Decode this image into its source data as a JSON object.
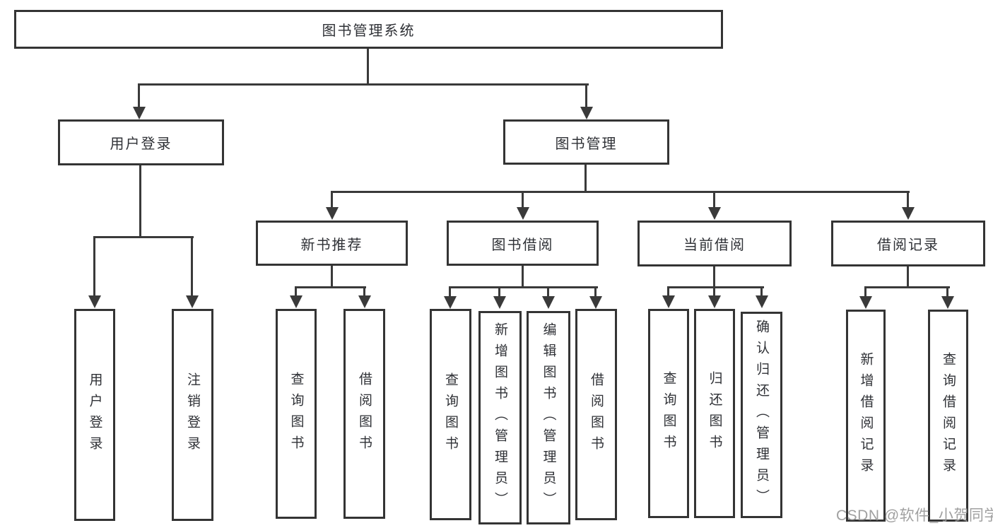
{
  "tree": {
    "root": "图书管理系统",
    "branches": [
      {
        "label": "用户登录",
        "children": [
          {
            "label": "用户登录"
          },
          {
            "label": "注销登录"
          }
        ]
      },
      {
        "label": "图书管理",
        "children": [
          {
            "label": "新书推荐",
            "children": [
              {
                "label": "查询图书"
              },
              {
                "label": "借阅图书"
              }
            ]
          },
          {
            "label": "图书借阅",
            "children": [
              {
                "label": "查询图书"
              },
              {
                "label": "新增图书（管理员）"
              },
              {
                "label": "编辑图书（管理员）"
              },
              {
                "label": "借阅图书"
              }
            ]
          },
          {
            "label": "当前借阅",
            "children": [
              {
                "label": "查询图书"
              },
              {
                "label": "归还图书"
              },
              {
                "label": "确认归还（管理员）"
              }
            ]
          },
          {
            "label": "借阅记录",
            "children": [
              {
                "label": "新增借阅记录"
              },
              {
                "label": "查询借阅记录"
              }
            ]
          }
        ]
      }
    ]
  },
  "watermark": {
    "text": "CSDN @软件_小贺同学"
  },
  "colors": {
    "line": "#3a3a3a",
    "box_border": "#343434",
    "box_fill": "#ffffff",
    "text": "#2f3136",
    "watermark": "#989898",
    "background": "#ffffff"
  }
}
